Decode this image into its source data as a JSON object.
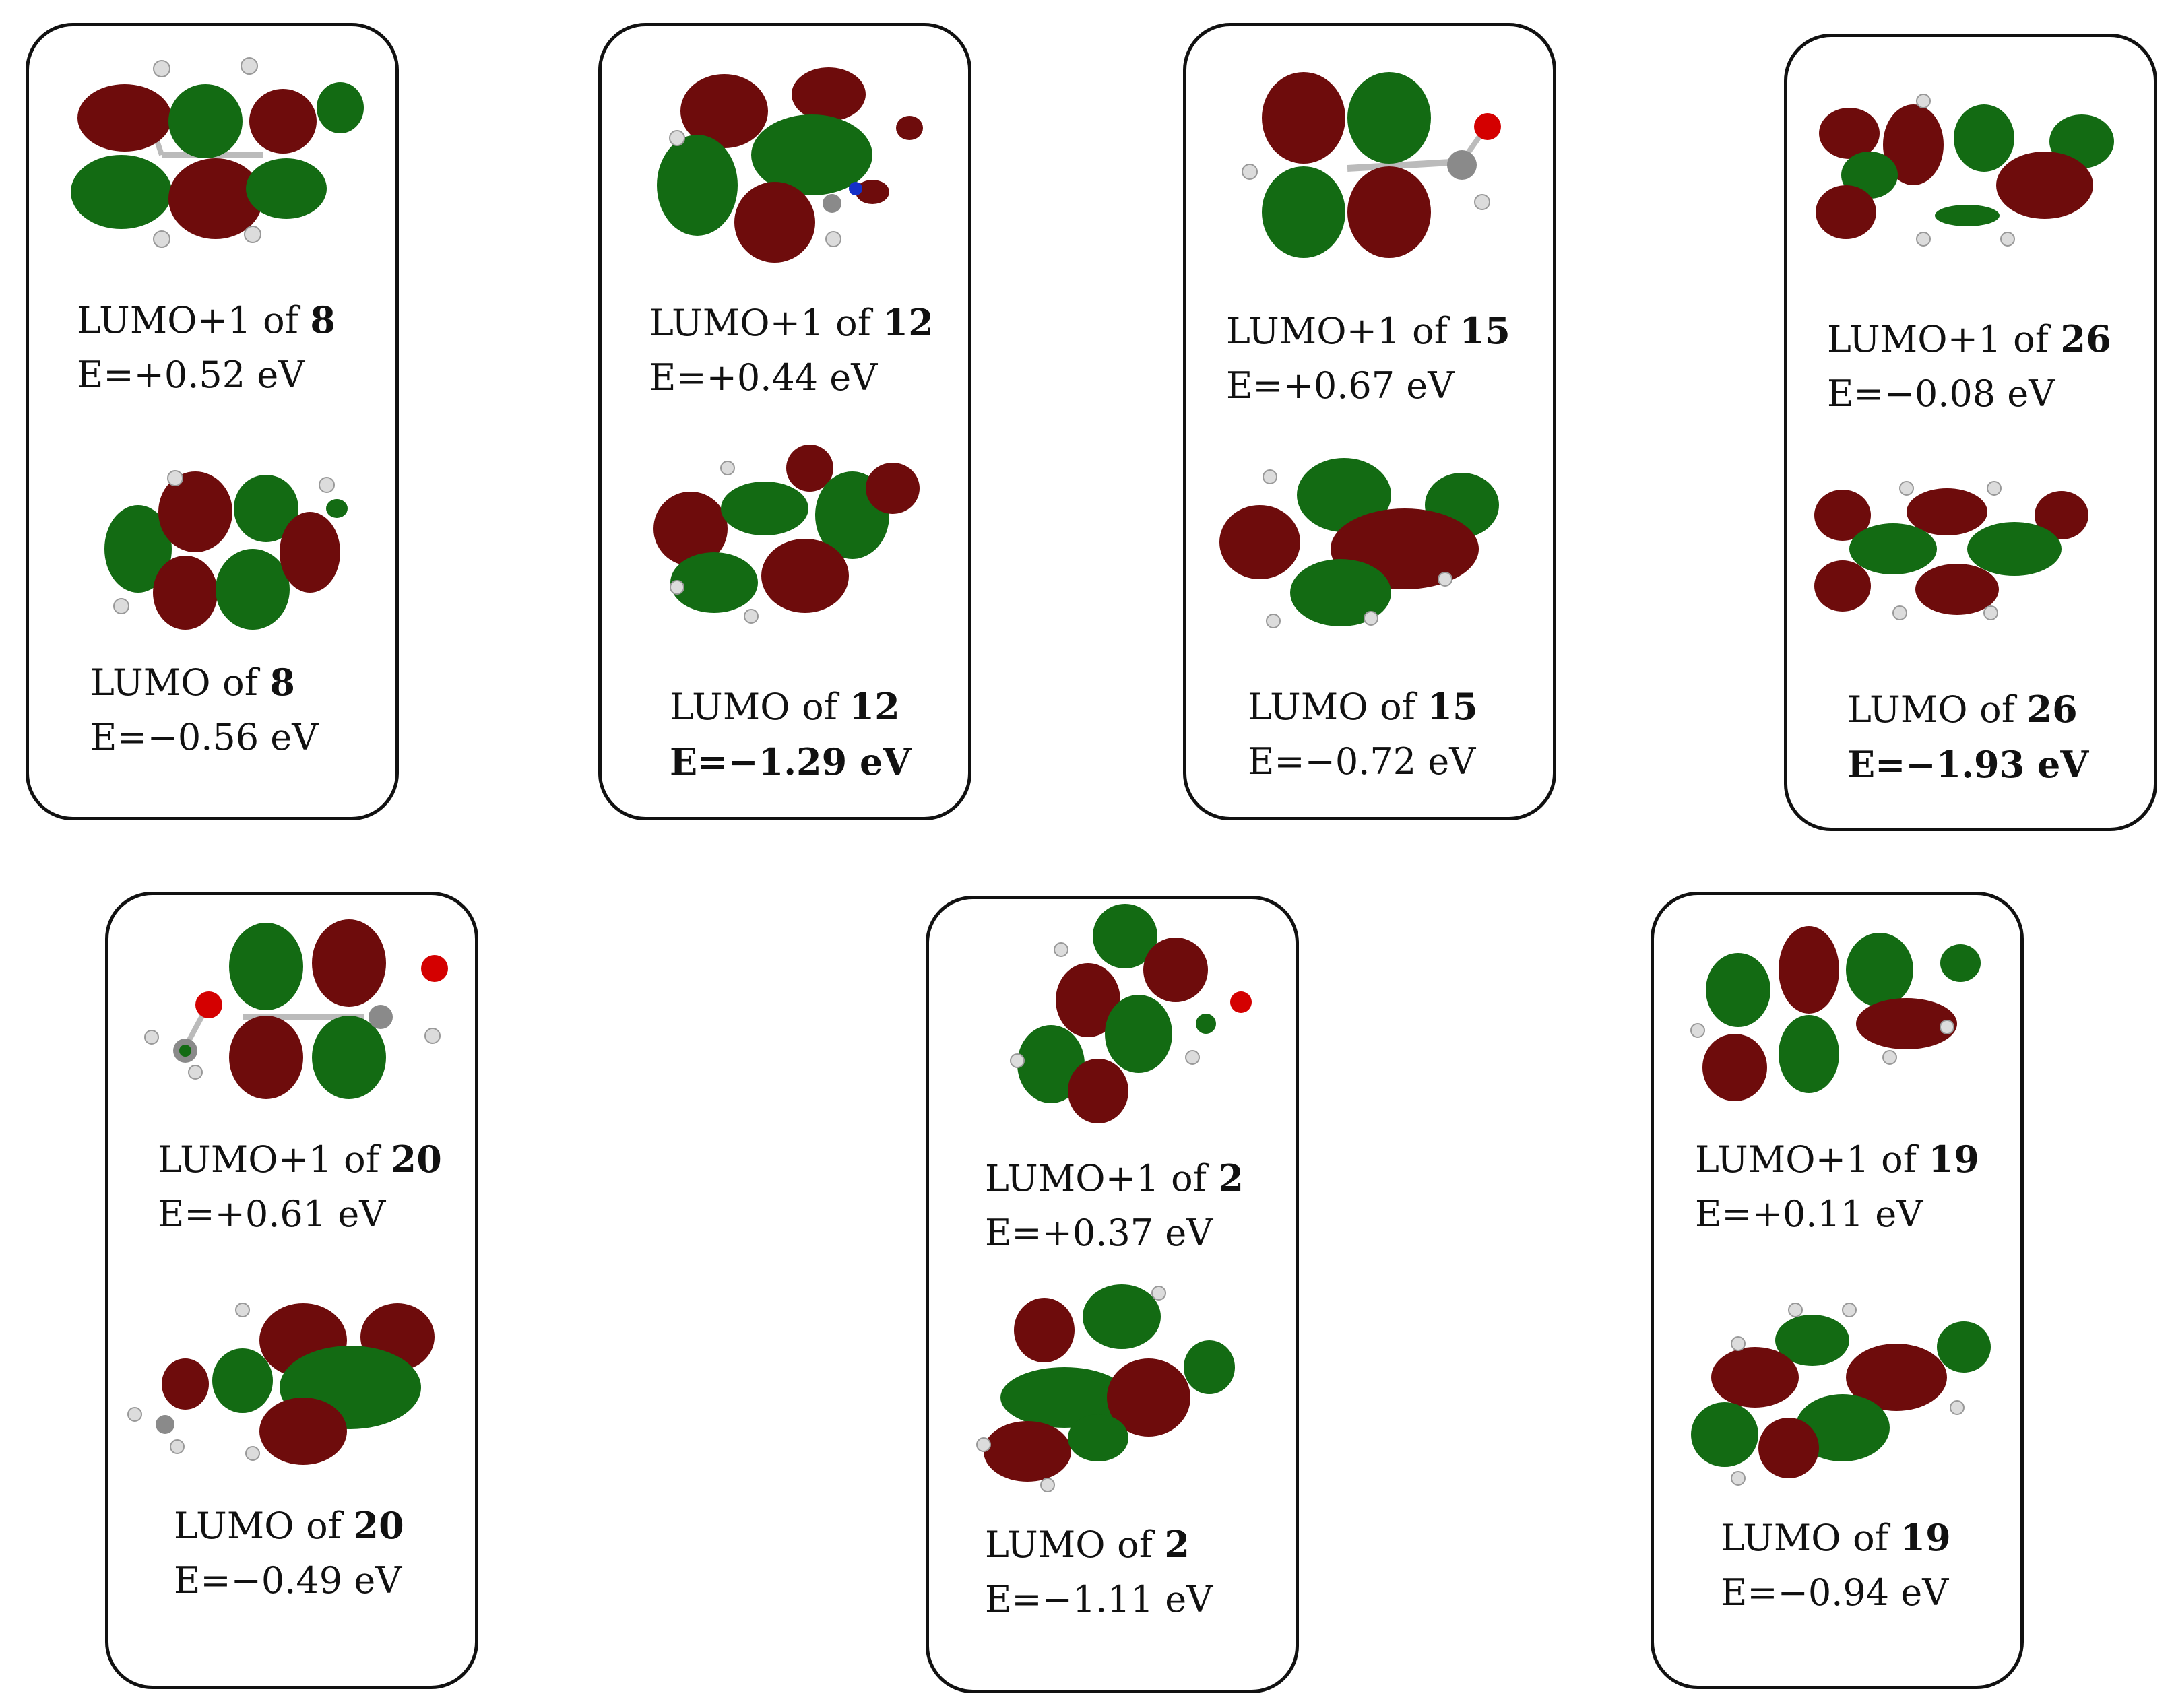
{
  "colors": {
    "positive_lobe": "#136b13",
    "negative_lobe": "#6e0c0c",
    "hydrogen": "#dcdcdc",
    "carbon": "#8a8a8a",
    "oxygen": "#d40000",
    "nitrogen": "#1530c8"
  },
  "cards": [
    {
      "compound": "8",
      "lumo1": {
        "prefix": "LUMO+1 of ",
        "energy": "E=+0.52 eV",
        "energy_bold": false
      },
      "lumo": {
        "prefix": "LUMO of ",
        "energy": "E=−0.56 eV",
        "energy_bold": false
      }
    },
    {
      "compound": "12",
      "lumo1": {
        "prefix": "LUMO+1 of ",
        "energy": "E=+0.44 eV",
        "energy_bold": false
      },
      "lumo": {
        "prefix": "LUMO of ",
        "energy": "E=−1.29 eV",
        "energy_bold": true
      }
    },
    {
      "compound": "15",
      "lumo1": {
        "prefix": "LUMO+1 of ",
        "energy": "E=+0.67 eV",
        "energy_bold": false
      },
      "lumo": {
        "prefix": "LUMO of ",
        "energy": "E=−0.72 eV",
        "energy_bold": false
      }
    },
    {
      "compound": "26",
      "lumo1": {
        "prefix": "LUMO+1 of ",
        "energy": "E=−0.08 eV",
        "energy_bold": false
      },
      "lumo": {
        "prefix": "LUMO of ",
        "energy": "E=−1.93 eV",
        "energy_bold": true
      }
    },
    {
      "compound": "20",
      "lumo1": {
        "prefix": "LUMO+1 of ",
        "energy": "E=+0.61 eV",
        "energy_bold": false
      },
      "lumo": {
        "prefix": "LUMO of ",
        "energy": "E=−0.49 eV",
        "energy_bold": false
      }
    },
    {
      "compound": "2",
      "lumo1": {
        "prefix": "LUMO+1 of ",
        "energy": "E=+0.37 eV",
        "energy_bold": false
      },
      "lumo": {
        "prefix": "LUMO of ",
        "energy": "E=−1.11 eV",
        "energy_bold": false
      }
    },
    {
      "compound": "19",
      "lumo1": {
        "prefix": "LUMO+1 of ",
        "energy": "E=+0.11 eV",
        "energy_bold": false
      },
      "lumo": {
        "prefix": "LUMO of ",
        "energy": "E=−0.94 eV",
        "energy_bold": false
      }
    }
  ]
}
